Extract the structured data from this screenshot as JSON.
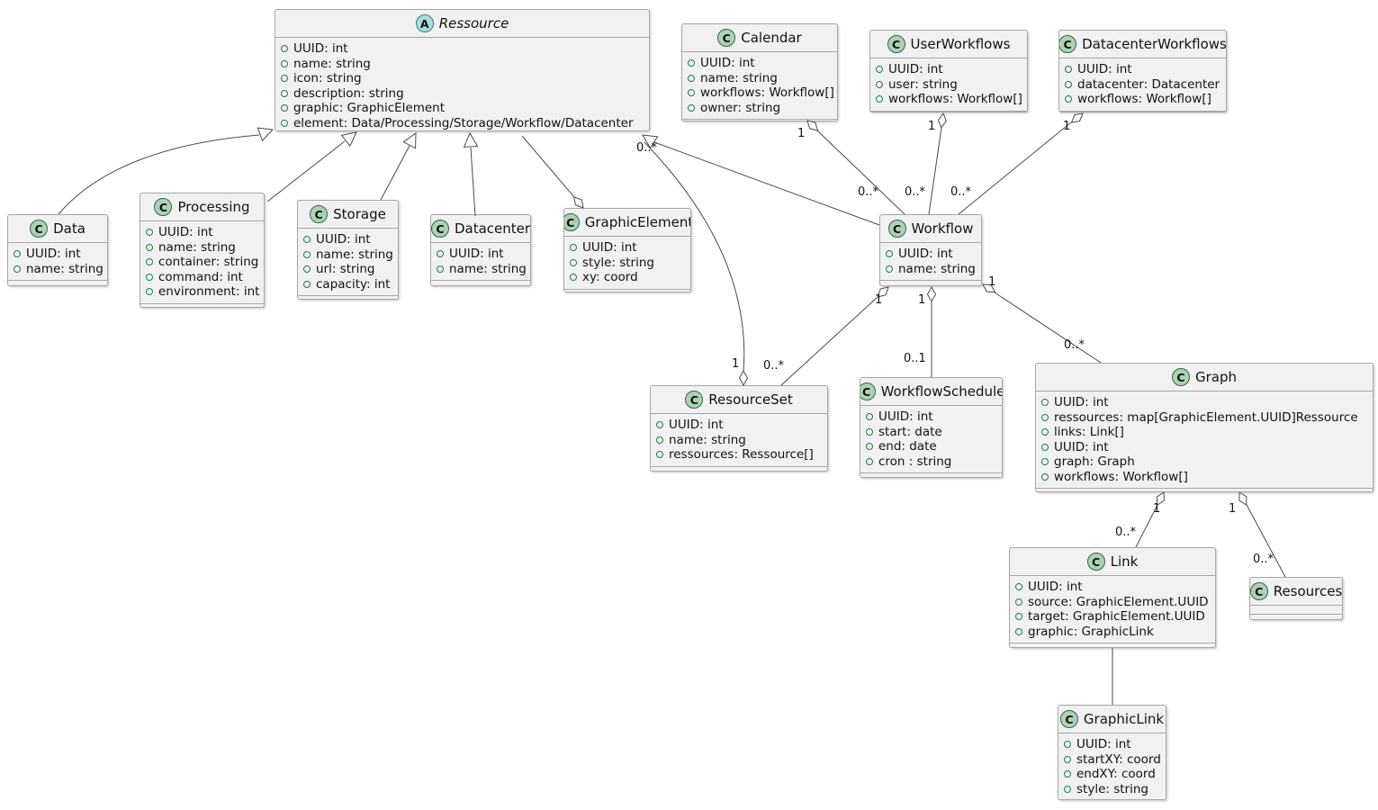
{
  "diagram": {
    "kind": "uml-class-diagram",
    "colors": {
      "class_fill": "#F1F1F2",
      "class_border": "#A7A7A7",
      "class_icon_fill": "#ADD1B2",
      "abstract_icon_fill": "#A9DCDF",
      "field_bullet": "#1E7B45",
      "line": "#4A4A4A",
      "background": "#FFFFFF"
    }
  },
  "classes": {
    "ressource": {
      "icon": "A",
      "name": "Ressource",
      "attrs": [
        "UUID: int",
        "name: string",
        "icon: string",
        "description: string",
        "graphic: GraphicElement",
        "element: Data/Processing/Storage/Workflow/Datacenter"
      ]
    },
    "calendar": {
      "icon": "C",
      "name": "Calendar",
      "attrs": [
        "UUID: int",
        "name: string",
        "workflows: Workflow[]",
        "owner: string"
      ]
    },
    "userworkflows": {
      "icon": "C",
      "name": "UserWorkflows",
      "attrs": [
        "UUID: int",
        "user: string",
        "workflows: Workflow[]"
      ]
    },
    "datacenterworkflows": {
      "icon": "C",
      "name": "DatacenterWorkflows",
      "attrs": [
        "UUID: int",
        "datacenter: Datacenter",
        "workflows: Workflow[]"
      ]
    },
    "data": {
      "icon": "C",
      "name": "Data",
      "attrs": [
        "UUID: int",
        "name: string"
      ]
    },
    "processing": {
      "icon": "C",
      "name": "Processing",
      "attrs": [
        "UUID: int",
        "name: string",
        "container: string",
        "command: int",
        "environment: int"
      ]
    },
    "storage": {
      "icon": "C",
      "name": "Storage",
      "attrs": [
        "UUID: int",
        "name: string",
        "url: string",
        "capacity: int"
      ]
    },
    "datacenter": {
      "icon": "C",
      "name": "Datacenter",
      "attrs": [
        "UUID: int",
        "name: string"
      ]
    },
    "graphicelement": {
      "icon": "C",
      "name": "GraphicElement",
      "attrs": [
        "UUID: int",
        "style: string",
        "xy: coord"
      ]
    },
    "workflow": {
      "icon": "C",
      "name": "Workflow",
      "attrs": [
        "UUID: int",
        "name: string"
      ]
    },
    "resourceset": {
      "icon": "C",
      "name": "ResourceSet",
      "attrs": [
        "UUID: int",
        "name: string",
        "ressources: Ressource[]"
      ]
    },
    "workflowschedule": {
      "icon": "C",
      "name": "WorkflowSchedule",
      "attrs": [
        "UUID: int",
        "start: date",
        "end: date",
        "cron : string"
      ]
    },
    "graph": {
      "icon": "C",
      "name": "Graph",
      "attrs": [
        "UUID: int",
        "ressources: map[GraphicElement.UUID]Ressource",
        "links: Link[]",
        "UUID: int",
        "graph: Graph",
        "workflows: Workflow[]"
      ]
    },
    "link": {
      "icon": "C",
      "name": "Link",
      "attrs": [
        "UUID: int",
        "source: GraphicElement.UUID",
        "target: GraphicElement.UUID",
        "graphic: GraphicLink"
      ]
    },
    "resources": {
      "icon": "C",
      "name": "Resources",
      "attrs": []
    },
    "graphiclink": {
      "icon": "C",
      "name": "GraphicLink",
      "attrs": [
        "UUID: int",
        "startXY: coord",
        "endXY: coord",
        "style: string"
      ]
    }
  },
  "edges": [
    {
      "name": "calendar-workflow",
      "type": "aggregation",
      "source_mult": "1",
      "target_mult": "0..*"
    },
    {
      "name": "userworkflows-workflow",
      "type": "aggregation",
      "source_mult": "1",
      "target_mult": "0..*"
    },
    {
      "name": "datacenterworkflows-workflow",
      "type": "aggregation",
      "source_mult": "1",
      "target_mult": "0..*"
    },
    {
      "name": "workflow-ressource",
      "type": "generalization"
    },
    {
      "name": "resourceset-ressource",
      "type": "aggregation",
      "source_mult": "1",
      "target_mult": "0..*"
    },
    {
      "name": "workflow-resourceset",
      "type": "aggregation",
      "source_mult": "1",
      "target_mult": "0..*"
    },
    {
      "name": "workflow-workflowschedule",
      "type": "aggregation",
      "source_mult": "1",
      "target_mult": "0..1"
    },
    {
      "name": "workflow-graph",
      "type": "aggregation",
      "source_mult": "1",
      "target_mult": "0..*"
    },
    {
      "name": "graph-link",
      "type": "aggregation",
      "source_mult": "1",
      "target_mult": "0..*"
    },
    {
      "name": "graph-resources",
      "type": "aggregation",
      "source_mult": "1",
      "target_mult": "0..*"
    },
    {
      "name": "data-ressource",
      "type": "generalization"
    },
    {
      "name": "processing-ressource",
      "type": "generalization"
    },
    {
      "name": "storage-ressource",
      "type": "generalization"
    },
    {
      "name": "datacenter-ressource",
      "type": "generalization"
    },
    {
      "name": "ressource-graphicelement",
      "type": "aggregation"
    },
    {
      "name": "link-graphiclink",
      "type": "association"
    }
  ]
}
